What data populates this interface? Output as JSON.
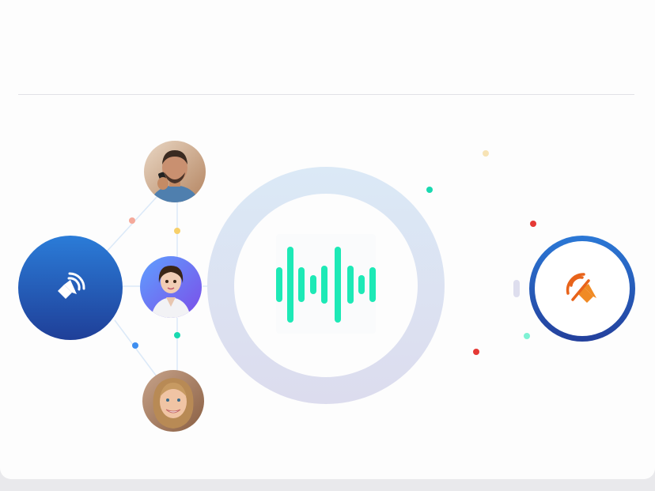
{
  "source": {
    "icon": "speaker-waves-icon",
    "color_top": "#2b7cd8",
    "color_bottom": "#1f3f98"
  },
  "participants": [
    {
      "name": "man-on-phone-avatar",
      "icon": "avatar"
    },
    {
      "name": "ai-agent-avatar",
      "icon": "avatar"
    },
    {
      "name": "woman-avatar",
      "icon": "avatar"
    }
  ],
  "center": {
    "icon": "audio-waveform-icon",
    "wave_color": "#1de9b6",
    "ring_color": "#dbe9f6"
  },
  "destination": {
    "icon": "speaker-muted-icon",
    "icon_color": "#f08a24",
    "ring_color": "#2b78d6"
  },
  "accent_dots": [
    "#f5a99a",
    "#f7d06a",
    "#19d9b0",
    "#3d8ef0",
    "#f7e3b5",
    "#e53935",
    "#7ff2d4"
  ]
}
